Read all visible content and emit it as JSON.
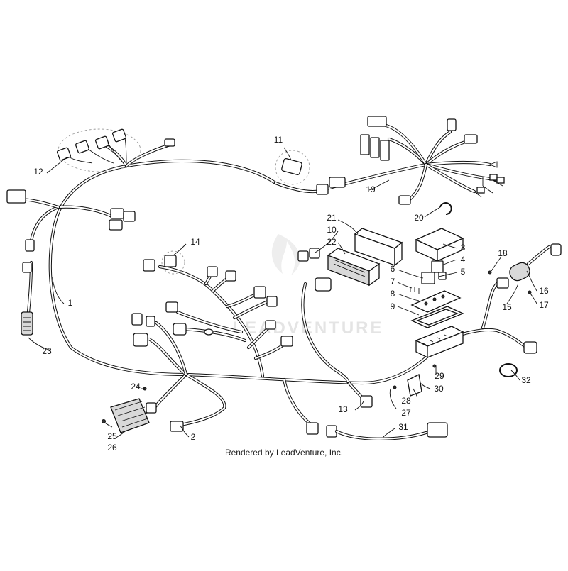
{
  "diagram": {
    "callouts": [
      {
        "id": "c1",
        "label": "1"
      },
      {
        "id": "c2",
        "label": "2"
      },
      {
        "id": "c3",
        "label": "3"
      },
      {
        "id": "c4",
        "label": "4"
      },
      {
        "id": "c5",
        "label": "5"
      },
      {
        "id": "c6",
        "label": "6"
      },
      {
        "id": "c7",
        "label": "7"
      },
      {
        "id": "c8",
        "label": "8"
      },
      {
        "id": "c9",
        "label": "9"
      },
      {
        "id": "c10",
        "label": "10"
      },
      {
        "id": "c11",
        "label": "11"
      },
      {
        "id": "c12",
        "label": "12"
      },
      {
        "id": "c13",
        "label": "13"
      },
      {
        "id": "c14",
        "label": "14"
      },
      {
        "id": "c15",
        "label": "15"
      },
      {
        "id": "c16",
        "label": "16"
      },
      {
        "id": "c17",
        "label": "17"
      },
      {
        "id": "c18",
        "label": "18"
      },
      {
        "id": "c19",
        "label": "19"
      },
      {
        "id": "c20",
        "label": "20"
      },
      {
        "id": "c21",
        "label": "21"
      },
      {
        "id": "c22",
        "label": "22"
      },
      {
        "id": "c23",
        "label": "23"
      },
      {
        "id": "c24",
        "label": "24"
      },
      {
        "id": "c25",
        "label": "25"
      },
      {
        "id": "c26",
        "label": "26"
      },
      {
        "id": "c27",
        "label": "27"
      },
      {
        "id": "c28",
        "label": "28"
      },
      {
        "id": "c29",
        "label": "29"
      },
      {
        "id": "c30",
        "label": "30"
      },
      {
        "id": "c31",
        "label": "31"
      },
      {
        "id": "c32",
        "label": "32"
      }
    ],
    "credit": "Rendered by LeadVenture, Inc.",
    "watermark": "LEADVENTURE"
  }
}
